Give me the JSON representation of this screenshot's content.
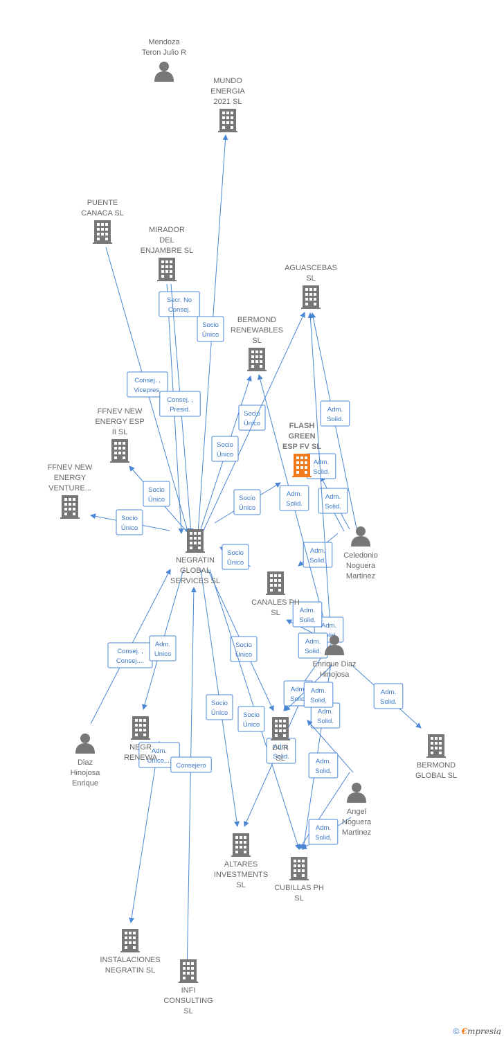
{
  "colors": {
    "edge": "#4a86d4",
    "node": "#777777",
    "focus": "#f07a1a"
  },
  "nodes": [
    {
      "id": "mendoza",
      "type": "person",
      "lines": [
        "Mendoza",
        "Teron Julio R"
      ]
    },
    {
      "id": "mundo",
      "type": "company",
      "lines": [
        "MUNDO",
        "ENERGIA",
        "2021  SL"
      ]
    },
    {
      "id": "puente",
      "type": "company",
      "lines": [
        "PUENTE",
        "CANACA SL"
      ]
    },
    {
      "id": "mirador",
      "type": "company",
      "lines": [
        "MIRADOR",
        "DEL",
        "ENJAMBRE SL"
      ]
    },
    {
      "id": "aguascebas",
      "type": "company",
      "lines": [
        "AGUASCEBAS",
        "SL"
      ]
    },
    {
      "id": "bermond_ren",
      "type": "company",
      "lines": [
        "BERMOND",
        "RENEWABLES",
        "SL"
      ]
    },
    {
      "id": "flash",
      "type": "focus",
      "lines": [
        "FLASH",
        "GREEN",
        "ESP FV  SL"
      ]
    },
    {
      "id": "ffnev2",
      "type": "company",
      "lines": [
        "FFNEV NEW",
        "ENERGY ESP",
        "II  SL"
      ]
    },
    {
      "id": "ffnevv",
      "type": "company",
      "lines": [
        "FFNEV NEW",
        "ENERGY",
        "VENTURE..."
      ]
    },
    {
      "id": "negratin",
      "type": "company",
      "lines": [
        "NEGRATIN",
        "GLOBAL",
        "SERVICES  SL"
      ]
    },
    {
      "id": "celedonio",
      "type": "person",
      "lines": [
        "Celedonio",
        "Noguera",
        "Martinez"
      ]
    },
    {
      "id": "canales",
      "type": "company",
      "lines": [
        "CANALES PH",
        "SL"
      ]
    },
    {
      "id": "enrique",
      "type": "person",
      "lines": [
        "Enrique Diaz",
        "Hinojosa"
      ]
    },
    {
      "id": "diaz",
      "type": "person",
      "lines": [
        "Diaz",
        "Hinojosa",
        "Enrique"
      ]
    },
    {
      "id": "negr_renew",
      "type": "company",
      "lines": [
        "NEGR",
        "RENEWA"
      ]
    },
    {
      "id": "dur",
      "type": "company",
      "lines": [
        "DUR",
        "SL"
      ]
    },
    {
      "id": "bermond_glob",
      "type": "company",
      "lines": [
        "BERMOND",
        "GLOBAL  SL"
      ]
    },
    {
      "id": "angel",
      "type": "person",
      "lines": [
        "Angel",
        "Noguera",
        "Martinez"
      ]
    },
    {
      "id": "altares",
      "type": "company",
      "lines": [
        "ALTARES",
        "INVESTMENTS",
        "SL"
      ]
    },
    {
      "id": "cubillas",
      "type": "company",
      "lines": [
        "CUBILLAS PH",
        "SL"
      ]
    },
    {
      "id": "instalaciones",
      "type": "company",
      "lines": [
        "INSTALACIONES",
        "NEGRATIN SL"
      ]
    },
    {
      "id": "infi",
      "type": "company",
      "lines": [
        "INFI",
        "CONSULTING",
        "SL"
      ]
    }
  ],
  "edges": [
    {
      "label": [
        "Secr.  No",
        "Consej."
      ]
    },
    {
      "label": [
        "Socio",
        "Único"
      ]
    },
    {
      "label": [
        "Consej. ,",
        "Vicepres."
      ]
    },
    {
      "label": [
        "Consej. ,",
        "Presid."
      ]
    },
    {
      "label": [
        "Socio",
        "Único"
      ]
    },
    {
      "label": [
        "Socio",
        "Único"
      ]
    },
    {
      "label": [
        "Socio",
        "Único"
      ]
    },
    {
      "label": [
        "Socio",
        "Único"
      ]
    },
    {
      "label": [
        "Socio",
        "Único"
      ]
    },
    {
      "label": [
        "Socio",
        "Único"
      ]
    },
    {
      "label": [
        "Adm.",
        "Solid."
      ]
    },
    {
      "label": [
        "Adm.",
        "Solid."
      ]
    },
    {
      "label": [
        "Adm.",
        "Solid."
      ]
    },
    {
      "label": [
        "Adm.",
        "Solid."
      ]
    },
    {
      "label": [
        "Adm.",
        "Solid."
      ]
    },
    {
      "label": [
        "Adm.",
        "Solid."
      ]
    },
    {
      "label": [
        "Adm.",
        "Solid."
      ]
    },
    {
      "label": [
        "Adm.",
        "Solid."
      ]
    },
    {
      "label": [
        "Consej. ,",
        "Consej...."
      ]
    },
    {
      "label": [
        "Adm.",
        "Unico"
      ]
    },
    {
      "label": [
        "Socio",
        "Único"
      ]
    },
    {
      "label": [
        "Socio",
        "Único"
      ]
    },
    {
      "label": [
        "Socio",
        "Único"
      ]
    },
    {
      "label": [
        "Adm.",
        "Solid."
      ]
    },
    {
      "label": [
        "Adm.",
        "Solid."
      ]
    },
    {
      "label": [
        "Adm.",
        "Solid."
      ]
    },
    {
      "label": [
        "Adm.",
        "Solid."
      ]
    },
    {
      "label": [
        "Adm.",
        "Solid."
      ]
    },
    {
      "label": [
        "Adm.",
        "Solid."
      ]
    },
    {
      "label": [
        "Adm.",
        "Solid."
      ]
    },
    {
      "label": [
        "Adm.",
        "Unico,..."
      ]
    },
    {
      "label": [
        "Consejero"
      ]
    }
  ],
  "footer": {
    "copyright": "©",
    "brand_first": "€",
    "brand_rest": "mpresia"
  }
}
